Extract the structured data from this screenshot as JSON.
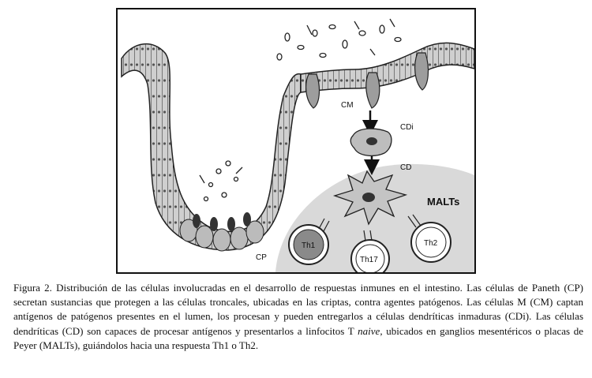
{
  "figure": {
    "labels": {
      "cm": "CM",
      "cdi": "CDi",
      "cd": "CD",
      "malts": "MALTs",
      "cp": "CP",
      "th1": "Th1",
      "th17": "Th17",
      "th2": "Th2"
    }
  },
  "caption": {
    "text_a": "Figura 2. Distribución de las células involucradas en el desarrollo de respuestas inmunes en el intestino. Las células de Paneth (CP) secretan sustancias que protegen a las células troncales, ubicadas en las criptas, contra agentes patógenos. Las células M (CM) captan antígenos de patógenos presentes en el lumen, los procesan y pueden entregarlos a células dendríticas inmaduras (CDi). Las células dendríticas (CD) son capaces de procesar antígenos y presentarlos a linfocitos T ",
    "text_em": "naive,",
    "text_b": " ubicados en ganglios mesentéricos o placas de Peyer (MALTs), guiándolos hacia una respuesta Th1 o Th2."
  },
  "colors": {
    "malts_fill": "#d9d9d9",
    "epithelium_fill": "#cfcfcf",
    "line": "#111111"
  }
}
